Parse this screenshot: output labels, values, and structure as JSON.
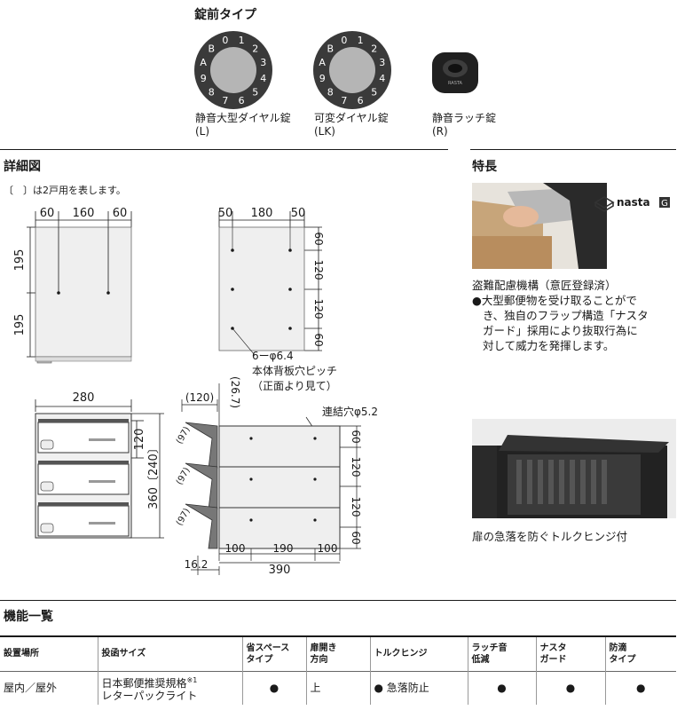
{
  "lock_section": {
    "title": "錠前タイプ",
    "dial_digits": [
      "A",
      "B",
      "0",
      "1",
      "2",
      "3",
      "4",
      "5",
      "6",
      "7",
      "8",
      "9"
    ],
    "latch_brand": "RASTA",
    "items": [
      {
        "name": "静音大型ダイヤル錠",
        "code": "(L)"
      },
      {
        "name": "可変ダイヤル錠",
        "code": "(LK)"
      },
      {
        "name": "静音ラッチ錠",
        "code": "(R)"
      }
    ]
  },
  "detail": {
    "title": "詳細図",
    "note": "〔　〕は2戸用を表します。",
    "front": {
      "w_left": "60",
      "w_mid": "160",
      "w_right": "60",
      "h_top": "195",
      "h_bottom": "195"
    },
    "back": {
      "w_left": "50",
      "w_mid": "180",
      "w_right": "50",
      "r1": "60",
      "r2": "120",
      "r3": "120",
      "r4": "60",
      "holes": "6ーφ6.4",
      "caption1": "本体背板穴ピッチ",
      "caption2": "（正面より見て）"
    },
    "stack_front": {
      "width": "280",
      "unit": "120",
      "total": "360〔240〕"
    },
    "side": {
      "top_offset": "(120)",
      "top_gap": "(26.7)",
      "hole": "連結穴φ5.2",
      "angle": "(97)",
      "r1": "60",
      "r2": "120",
      "r3": "120",
      "r4": "60",
      "b_left": "100",
      "b_mid": "190",
      "b_right": "100",
      "total": "390",
      "offset": "16.2"
    }
  },
  "features": {
    "title": "特長",
    "logo": "nasta",
    "logo_badge": "G",
    "caption1_title": "盗難配慮機構（意匠登録済）",
    "caption1_lines": [
      "●大型郵便物を受け取ることがで",
      "き、独自のフラップ構造「ナスタ",
      "ガード」採用により抜取行為に",
      "対して威力を発揮します。"
    ],
    "caption2": "扉の急落を防ぐトルクヒンジ付"
  },
  "functions": {
    "title": "機能一覧",
    "headers": [
      [
        "設置場所"
      ],
      [
        "投函サイズ"
      ],
      [
        "省スペース",
        "タイプ"
      ],
      [
        "扉開き",
        "方向"
      ],
      [
        "トルクヒンジ"
      ],
      [
        "ラッチ音",
        "低減"
      ],
      [
        "ナスタ",
        "ガード"
      ],
      [
        "防滴",
        "タイプ"
      ]
    ],
    "row": {
      "place": "屋内／屋外",
      "size1": "日本郵便推奨規格",
      "size_note": "※1",
      "size2": "レターパックライト",
      "space": "●",
      "door": "上",
      "hinge": "● 急落防止",
      "latch": "●",
      "guard": "●",
      "drip": "●"
    }
  },
  "colors": {
    "text": "#1a1a1a",
    "dial": "#3a3a3a",
    "dial_center": "#b5b5b5",
    "panel": "#efefef"
  }
}
